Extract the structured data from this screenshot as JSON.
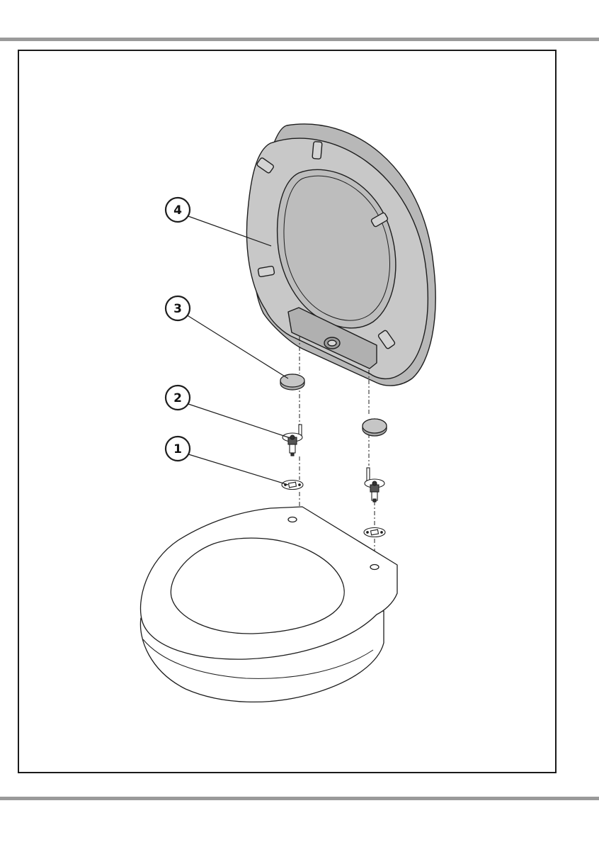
{
  "figure": {
    "callouts": [
      {
        "id": "4",
        "label": "4"
      },
      {
        "id": "3",
        "label": "3"
      },
      {
        "id": "2",
        "label": "2"
      },
      {
        "id": "1",
        "label": "1"
      }
    ]
  },
  "colors": {
    "rule": "#9a9a9a",
    "frame": "#1a1a1a",
    "seat_fill": "#c8c8c8",
    "seat_dark": "#a9a9a9",
    "outline": "#1e1e1e"
  }
}
